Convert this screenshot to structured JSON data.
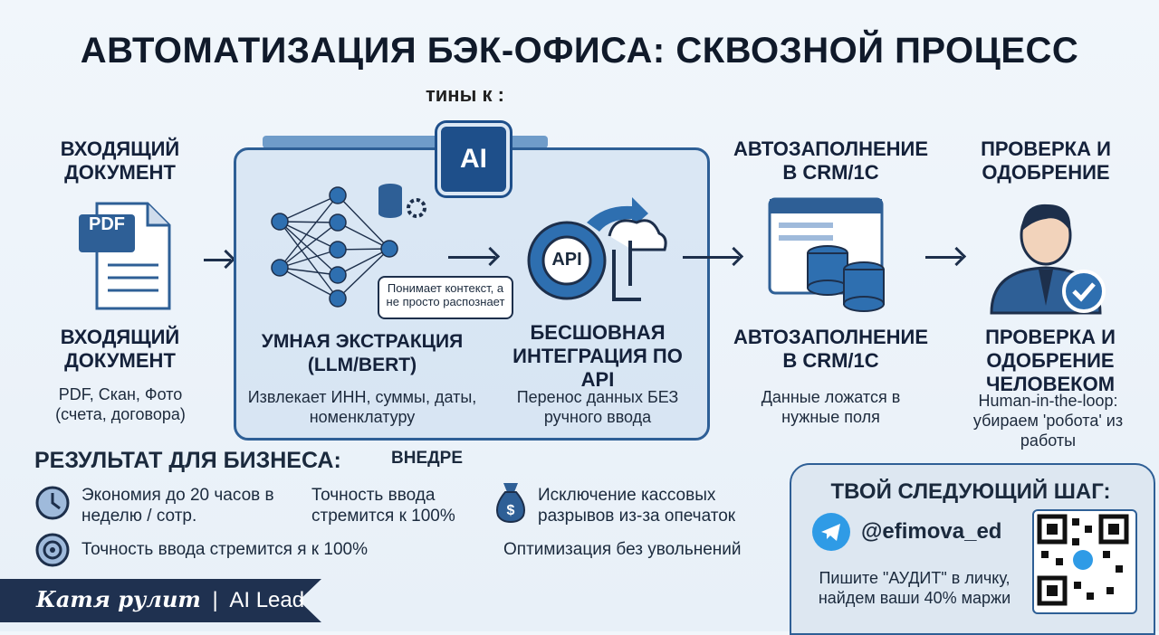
{
  "title": "АВТОМАТИЗАЦИЯ БЭК-ОФИСА: СКВОЗНОЙ ПРОЦЕСС",
  "subtitle_fragment": "тины к :",
  "chip_label": "AI",
  "step1": {
    "top_title": "ВХОДЯЩИЙ ДОКУМЕНТ",
    "file_badge": "PDF",
    "title": "ВХОДЯЩИЙ ДОКУМЕНТ",
    "desc": "PDF, Скан, Фото (счета, договора)"
  },
  "step2": {
    "bubble": "Понимает контекст, а не просто распознает",
    "title": "УМНАЯ ЭКСТРАКЦИЯ (LLM/BERT)",
    "desc": "Извлекает ИНН, суммы, даты, номенклатуру"
  },
  "step3": {
    "gear_label": "API",
    "title": "БЕСШОВНАЯ ИНТЕГРАЦИЯ ПО API",
    "desc": "Перенос данных БЕЗ ручного ввода"
  },
  "step4": {
    "top_title": "АВТОЗАПОЛНЕНИЕ В CRM/1С",
    "title": "АВТОЗАПОЛНЕНИЕ В CRM/1С",
    "desc": "Данные ложатся в нужные поля"
  },
  "step5": {
    "top_title": "ПРОВЕРКА И ОДОБРЕНИЕ",
    "title": "ПРОВЕРКА И ОДОБРЕНИЕ ЧЕЛОВЕКОМ",
    "desc": "Human-in-the-loop: убираем 'робота' из работы"
  },
  "results": {
    "title": "РЕЗУЛЬТАТ ДЛЯ БИЗНЕСА:",
    "fragment": "ВНЕДРЕ",
    "items": [
      "Экономия до 20 часов в неделю / сотр.",
      "Точность ввода стремится к 100%",
      "Исключение кассовых разрывов из-за опечаток",
      "Точность ввода стремится я к 100%",
      "Оптимизация без увольнений"
    ]
  },
  "cta": {
    "title": "ТВОЙ СЛЕДУЮЩИЙ ШАГ:",
    "handle": "@efimova_ed",
    "message": "Пишите \"АУДИТ\" в личку, найдем ваши 40% маржи"
  },
  "ribbon": {
    "signature": "Катя рулит",
    "separator": "|",
    "role": "AI Lead"
  },
  "colors": {
    "accent": "#1e4f8a",
    "panel_border": "#2e5f96",
    "telegram": "#2f9be6",
    "ribbon": "#1f3150"
  }
}
